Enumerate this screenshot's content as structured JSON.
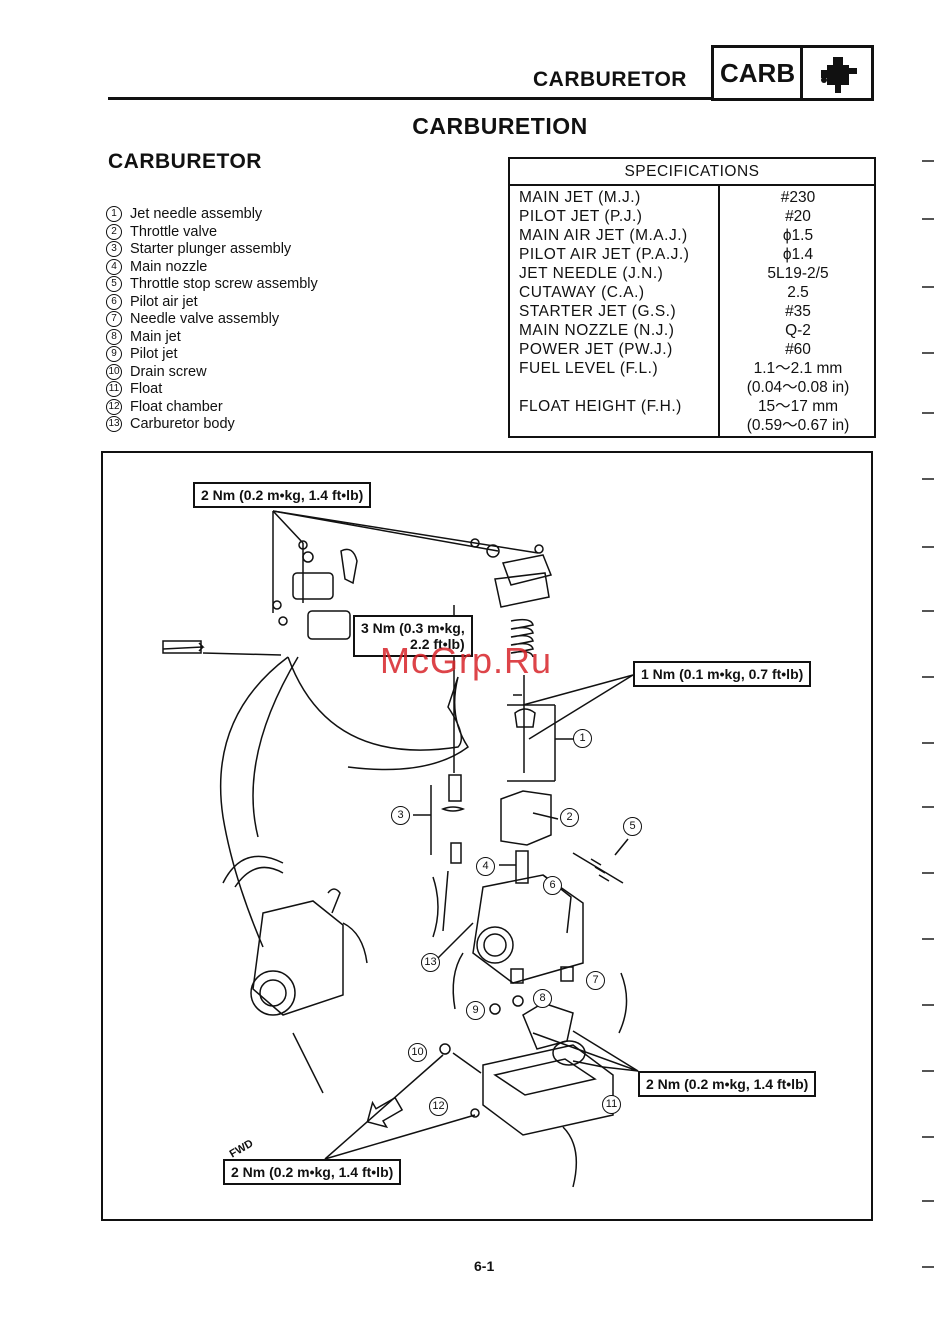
{
  "header": {
    "title": "CARBURETOR",
    "code": "CARB"
  },
  "section_title": "CARBURETION",
  "subsection_title": "CARBURETOR",
  "legend": [
    {
      "num": "1",
      "label": "Jet needle assembly"
    },
    {
      "num": "2",
      "label": "Throttle valve"
    },
    {
      "num": "3",
      "label": "Starter plunger assembly"
    },
    {
      "num": "4",
      "label": "Main nozzle"
    },
    {
      "num": "5",
      "label": "Throttle stop screw assembly"
    },
    {
      "num": "6",
      "label": "Pilot air jet"
    },
    {
      "num": "7",
      "label": "Needle valve assembly"
    },
    {
      "num": "8",
      "label": "Main jet"
    },
    {
      "num": "9",
      "label": "Pilot jet"
    },
    {
      "num": "10",
      "label": "Drain screw"
    },
    {
      "num": "11",
      "label": "Float"
    },
    {
      "num": "12",
      "label": "Float chamber"
    },
    {
      "num": "13",
      "label": "Carburetor body"
    }
  ],
  "specs": {
    "header": "SPECIFICATIONS",
    "rows": [
      {
        "name": "MAIN JET (M.J.)",
        "value": "#230"
      },
      {
        "name": "PILOT JET (P.J.)",
        "value": "#20"
      },
      {
        "name": "MAIN AIR JET (M.A.J.)",
        "value": "ϕ1.5"
      },
      {
        "name": "PILOT AIR JET (P.A.J.)",
        "value": "ϕ1.4"
      },
      {
        "name": "JET NEEDLE (J.N.)",
        "value": "5L19-2/5"
      },
      {
        "name": "CUTAWAY (C.A.)",
        "value": "2.5"
      },
      {
        "name": "STARTER JET (G.S.)",
        "value": "#35"
      },
      {
        "name": "MAIN NOZZLE (N.J.)",
        "value": "Q-2"
      },
      {
        "name": "POWER JET (PW.J.)",
        "value": "#60"
      },
      {
        "name": "FUEL LEVEL (F.L.)",
        "value": "1.1～2.1 mm",
        "value2": "(0.04～0.08 in)"
      },
      {
        "name": "FLOAT HEIGHT (F.H.)",
        "value": "15～17 mm",
        "value2": "(0.59～0.67 in)"
      }
    ]
  },
  "diagram": {
    "torque_top": "2 Nm (0.2 m•kg, 1.4 ft•lb)",
    "torque_mid_line1": "3 Nm (0.3 m•kg,",
    "torque_mid_line2": "2.2 ft•lb)",
    "torque_right": "1 Nm (0.1 m•kg, 0.7 ft•lb)",
    "torque_lower_right": "2 Nm (0.2 m•kg, 1.4 ft•lb)",
    "torque_bottom": "2 Nm (0.2 m•kg, 1.4 ft•lb)",
    "fwd_label": "FWD",
    "callouts": [
      "1",
      "2",
      "3",
      "4",
      "5",
      "6",
      "7",
      "8",
      "9",
      "10",
      "11",
      "12",
      "13"
    ]
  },
  "watermark": "McGrp.Ru",
  "page_number": "6-1"
}
